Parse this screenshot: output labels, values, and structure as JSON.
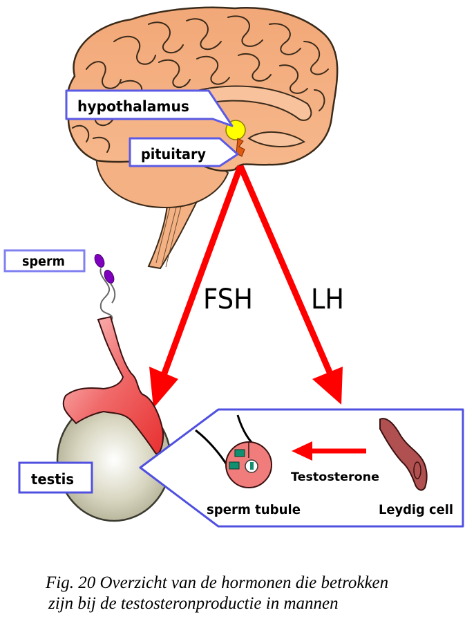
{
  "diagram": {
    "labels": {
      "hypothalamus": "hypothalamus",
      "pituitary": "pituitary",
      "sperm": "sperm",
      "testis": "testis",
      "sperm_tubule": "sperm tubule",
      "leydig_cell": "Leydig cell",
      "testosterone": "Testosterone"
    },
    "hormones": {
      "left_arrow": "FSH",
      "right_arrow": "LH"
    },
    "colors": {
      "arrow": "#ff0000",
      "callout_border": "#5050e0",
      "brain": "#f4b183",
      "hypothalamus": "#ffff00",
      "pituitary": "#e05a10",
      "epididymis": "#f05050",
      "testis": "#c8c4a8",
      "sperm_head": "#8000c0",
      "tubule": "#f07c7c",
      "leydig": "#b05050"
    }
  },
  "caption": {
    "line1": "Fig. 20 Overzicht van de hormonen die betrokken",
    "line2": "zijn bij de testosteronproductie in mannen"
  }
}
